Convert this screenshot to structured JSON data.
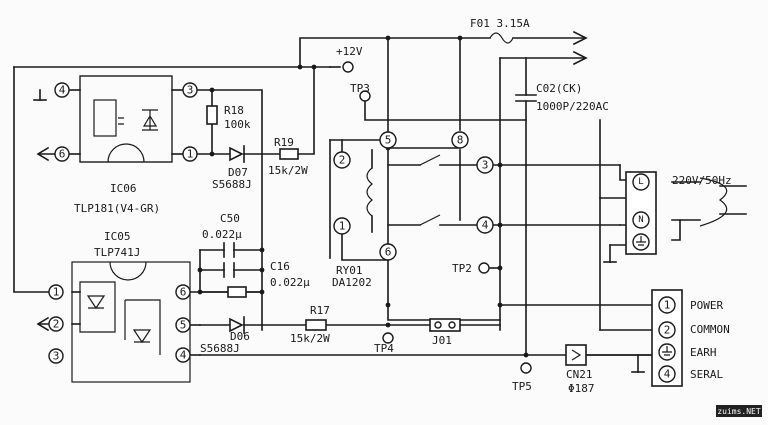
{
  "labels": {
    "fuse": "F01 3.15A",
    "v12": "+12V",
    "tp3": "TP3",
    "c02a": "C02(CK)",
    "c02b": "1000P/220AC",
    "r18a": "R18",
    "r18b": "100k",
    "r19": "R19",
    "r19v": "15k/2W",
    "d07": "D07",
    "d07v": "S5688J",
    "ic06a": "IC06",
    "ic06b": "TLP181(V4-GR)",
    "ic05a": "IC05",
    "ic05b": "TLP741J",
    "c50": "C50",
    "c50v": "0.022µ",
    "c16": "C16",
    "c16v": "0.022µ",
    "ry01a": "RY01",
    "ry01b": "DA1202",
    "tp2": "TP2",
    "mains": "220V/50Hz",
    "r17": "R17",
    "r17v": "15k/2W",
    "d06": "D06",
    "d06v": "S5688J",
    "tp4": "TP4",
    "j01": "J01",
    "tp5": "TP5",
    "cn21a": "CN21",
    "cn21b": "Φ187",
    "power": "POWER",
    "common": "COMMON",
    "earh": "EARH",
    "seral": "SERAL",
    "watermark": "zuims.NET"
  },
  "pins": {
    "p1": "1",
    "p2": "2",
    "p3": "3",
    "p4": "4",
    "p5": "5",
    "p6": "6",
    "p8": "8"
  },
  "terminals": {
    "L": "L",
    "N": "N"
  }
}
